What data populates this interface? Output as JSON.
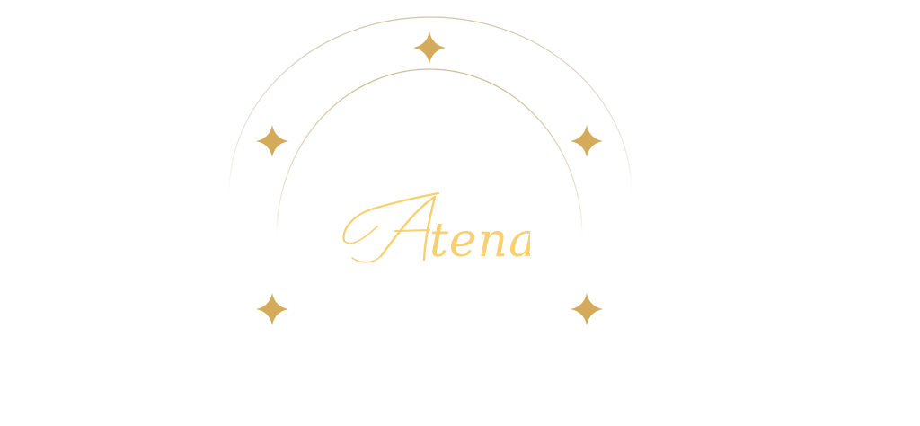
{
  "brand": {
    "name": "Atena",
    "rest": "tena",
    "initial": "A"
  },
  "colors": {
    "star": "#d4ab5a",
    "logo": "#f9cf6f",
    "arc": "#d8c9a8",
    "background": "#ffffff"
  },
  "icons": [
    "sparkle-star-icon"
  ]
}
